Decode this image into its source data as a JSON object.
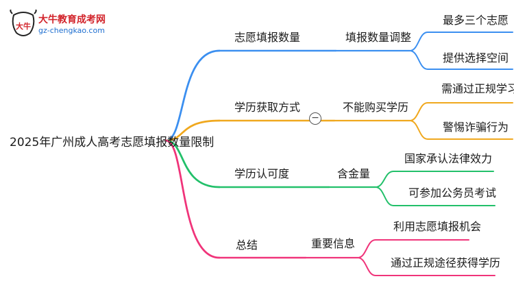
{
  "brand": {
    "name": "大牛教育成考网",
    "url": "gz-chengkao.com",
    "mark_text": "大牛"
  },
  "root": {
    "label": "2025年广州成人高考志愿填报数量限制"
  },
  "branches": [
    {
      "label": "志愿填报数量",
      "color": "#3b8ff0",
      "sub": {
        "label": "填报数量调整"
      },
      "leaves": [
        "最多三个志愿",
        "提供选择空间"
      ]
    },
    {
      "label": "学历获取方式",
      "color": "#f0a81e",
      "collapse_symbol": "−",
      "sub": {
        "label": "不能购买学历"
      },
      "leaves": [
        "需通过正规学习",
        "警惕诈骗行为"
      ]
    },
    {
      "label": "学历认可度",
      "color": "#22c06a",
      "sub": {
        "label": "含金量"
      },
      "leaves": [
        "国家承认法律效力",
        "可参加公务员考试"
      ]
    },
    {
      "label": "总结",
      "color": "#f0347a",
      "sub": {
        "label": "重要信息"
      },
      "leaves": [
        "利用志愿填报机会",
        "通过正规途径获得学历"
      ]
    }
  ]
}
